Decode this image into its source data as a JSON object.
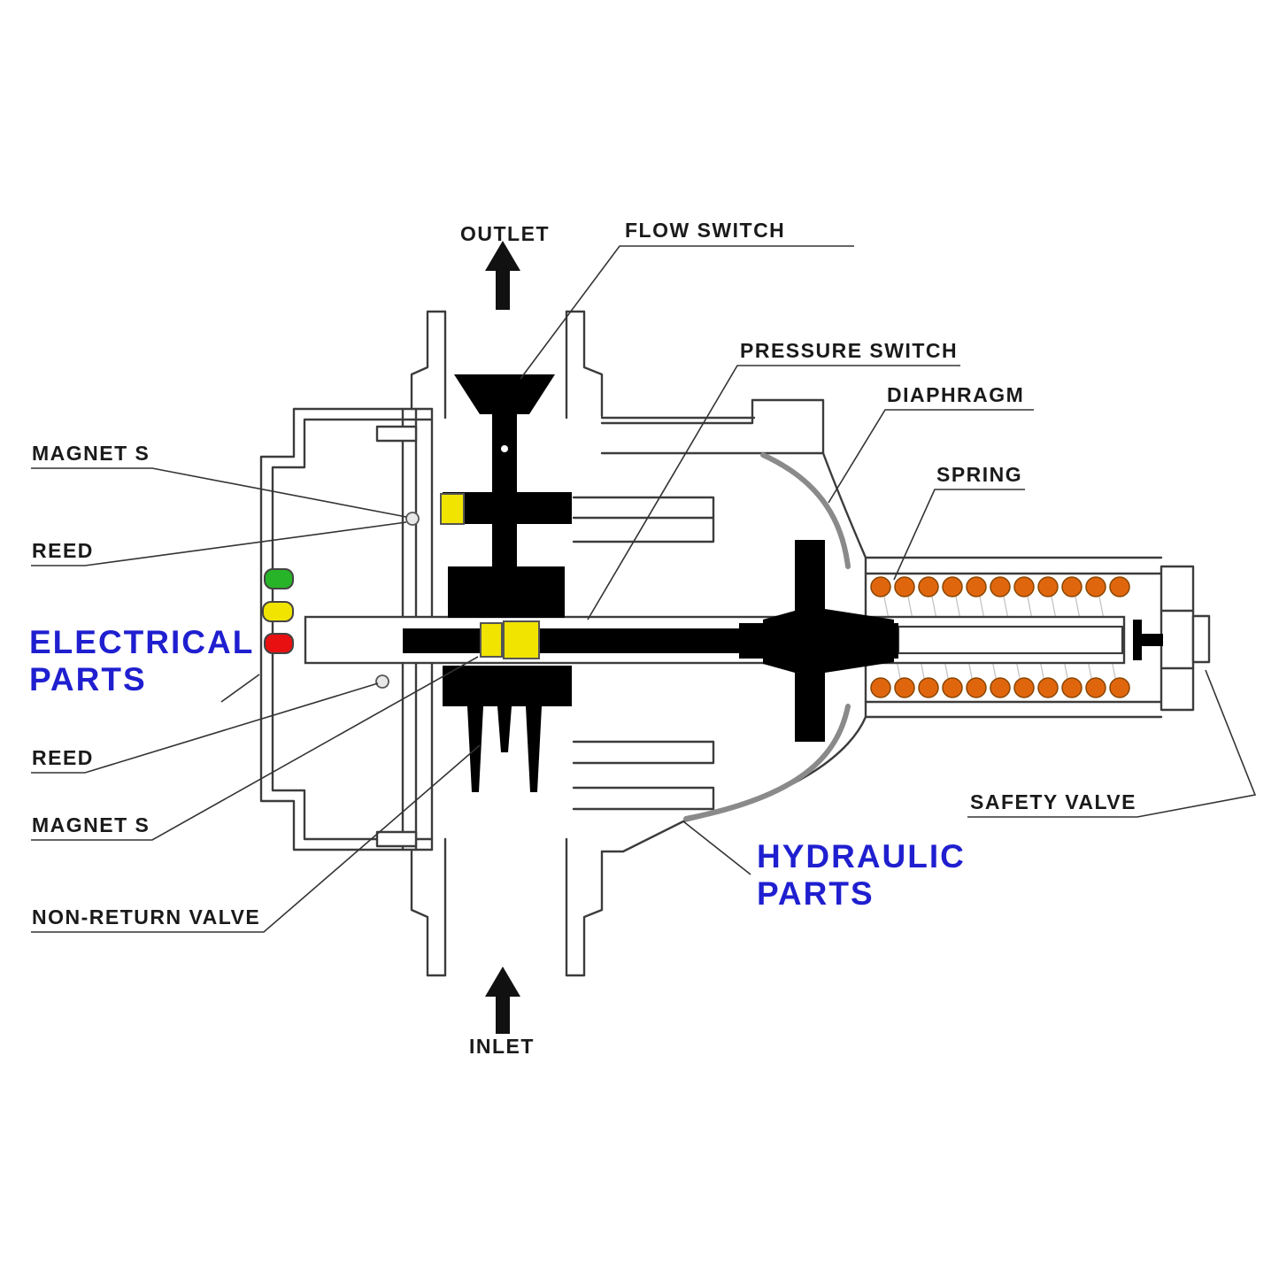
{
  "diagram": {
    "title": "pump-flow-pressure-switch-cross-section",
    "labels": {
      "outlet": "OUTLET",
      "flow_switch": "FLOW SWITCH",
      "pressure_switch": "PRESSURE SWITCH",
      "diaphragm": "DIAPHRAGM",
      "spring": "SPRING",
      "magnets_top": "MAGNET S",
      "reed_top": "REED",
      "reed_bottom": "REED",
      "magnets_bottom": "MAGNET S",
      "non_return_valve": "NON-RETURN VALVE",
      "inlet": "INLET",
      "safety_valve": "SAFETY VALVE"
    },
    "sections": {
      "electrical_line1": "ELECTRICAL",
      "electrical_line2": "PARTS",
      "hydraulic_line1": "HYDRAULIC",
      "hydraulic_line2": "PARTS"
    },
    "colors": {
      "section_heading": "#1f1fd0",
      "label_text": "#1a1a1a",
      "outline": "#3c3c3c",
      "black_part": "#000000",
      "magnet_yellow": "#f0e400",
      "spring_orange": "#e0660e",
      "led_green": "#28b428",
      "led_yellow": "#f0e400",
      "led_red": "#e81010",
      "membrane_gray": "#8a8a8a"
    }
  }
}
